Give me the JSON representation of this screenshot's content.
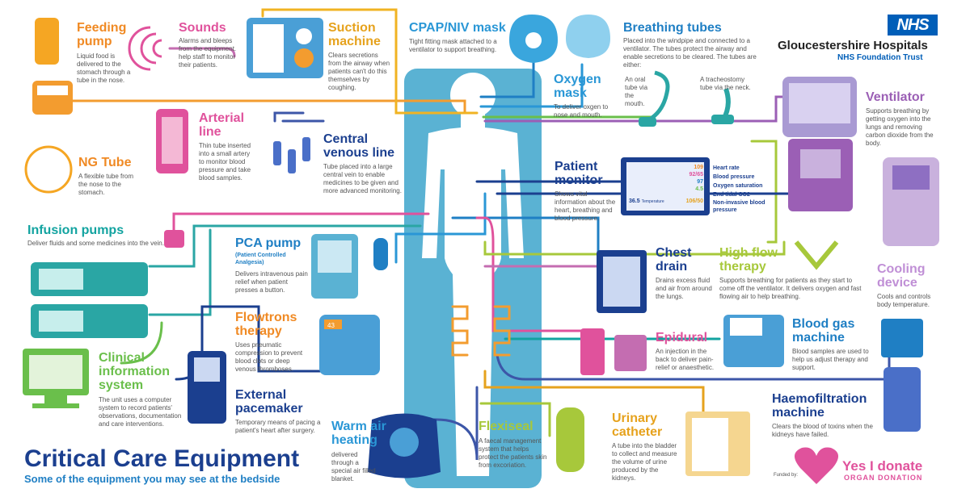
{
  "header": {
    "nhs_badge": "NHS",
    "trust_name": "Gloucestershire Hospitals",
    "trust_sub": "NHS Foundation Trust"
  },
  "footer": {
    "title": "Critical Care Equipment",
    "subtitle": "Some of the equipment you may see at the bedside",
    "funded_by": "Funded by:",
    "donate_main": "Yes I donate",
    "donate_sub": "ORGAN DONATION"
  },
  "items": {
    "feeding_pump": {
      "title_l1": "Feeding",
      "title_l2": "pump",
      "desc": "Liquid food is delivered to the stomach through a tube in the nose."
    },
    "sounds": {
      "title": "Sounds",
      "desc": "Alarms and bleeps from the equipment. help staff to monitor their patients."
    },
    "suction": {
      "title_l1": "Suction",
      "title_l2": "machine",
      "desc": "Clears secretions from the airway when patients can't do this themselves by coughing."
    },
    "cpap": {
      "title": "CPAP/NIV mask",
      "desc": "Tight fitting mask attached to a ventilator to support breathing."
    },
    "oxygen": {
      "title_l1": "Oxygen",
      "title_l2": "mask",
      "desc": "To deliver oxgen to nose and mouth."
    },
    "breathing": {
      "title": "Breathing tubes",
      "desc": "Placed into the windpipe and connected to a ventilator. The tubes protect the airway and enable secretions to be cleared. The tubes are either:",
      "oral": "An oral tube via the mouth.",
      "trach": "A tracheostomy tube via the neck."
    },
    "ventilator": {
      "title": "Ventilator",
      "desc": "Supports breathing by getting oxygen into the lungs and removing carbon dioxide from the body."
    },
    "arterial": {
      "title_l1": "Arterial",
      "title_l2": "line",
      "desc": "Thin tube inserted into a small artery to monitor blood pressure and take blood samples."
    },
    "ng": {
      "title": "NG Tube",
      "desc": "A flexible tube from the nose to the stomach."
    },
    "central": {
      "title_l1": "Central",
      "title_l2": "venous line",
      "desc": "Tube placed into a large central vein to enable medicines to be given and more advanced monitoring."
    },
    "monitor": {
      "title_l1": "Patient",
      "title_l2": "monitor",
      "desc": "Shows vital information about the heart, breathing and blood pressure.",
      "hr": "Heart rate",
      "bp": "Blood pressure",
      "o2": "Oxygen saturation",
      "co2": "End tidal CO2",
      "nibp": "Non-invasive blood pressure",
      "v1": "109",
      "v2": "92/65",
      "v3": "97",
      "v4": "4.5",
      "v5": "36.5",
      "v5_label": "Temperature",
      "v6": "106/50"
    },
    "infusion": {
      "title": "Infusion pumps",
      "desc": "Deliver fluids and some medicines into the vein."
    },
    "pca": {
      "title": "PCA pump",
      "sub": "(Patient Controlled Analgesia)",
      "desc": "Delivers intravenous pain relief when patient presses a button."
    },
    "chest": {
      "title_l1": "Chest",
      "title_l2": "drain",
      "desc": "Drains excess fluid and air from around the lungs."
    },
    "highflow": {
      "title_l1": "High flow",
      "title_l2": "therapy",
      "desc": "Supports breathing for patients as they start to come off the ventilator. It delivers oxygen and fast flowing air to help breathing."
    },
    "cooling": {
      "title_l1": "Cooling",
      "title_l2": "device",
      "desc": "Cools and controls body temperature."
    },
    "flowtrons": {
      "title_l1": "Flowtrons",
      "title_l2": "therapy",
      "desc": "Uses pneumatic compression to prevent blood clots or deep venous thromboses.",
      "screen": "43"
    },
    "epidural": {
      "title": "Epidural",
      "desc": "An injection in the back to deliver pain-relief or anaesthetic."
    },
    "bloodgas": {
      "title_l1": "Blood gas",
      "title_l2": "machine",
      "desc": "Blood samples are used to help us adjust therapy and support."
    },
    "clinical": {
      "title_l1": "Clinical",
      "title_l2": "information",
      "title_l3": "system",
      "desc": "The unit uses a computer system to record patients' observations, documentation and care interventions."
    },
    "pacemaker": {
      "title_l1": "External",
      "title_l2": "pacemaker",
      "desc": "Temporary means of pacing a patient's heart after surgery."
    },
    "haemo": {
      "title_l1": "Haemofiltration",
      "title_l2": "machine",
      "desc": "Clears the blood of toxins when the kidneys have failed."
    },
    "warmair": {
      "title_l1": "Warm air",
      "title_l2": "heating",
      "desc": "delivered through a special air filled blanket."
    },
    "flexiseal": {
      "title": "Flexiseal",
      "desc": "A faecal management system that helps protect the patients skin from excoriation."
    },
    "urinary": {
      "title_l1": "Urinary",
      "title_l2": "catheter",
      "desc": "A tube into the bladder to collect and measure the volume of urine produced by the kidneys."
    }
  }
}
